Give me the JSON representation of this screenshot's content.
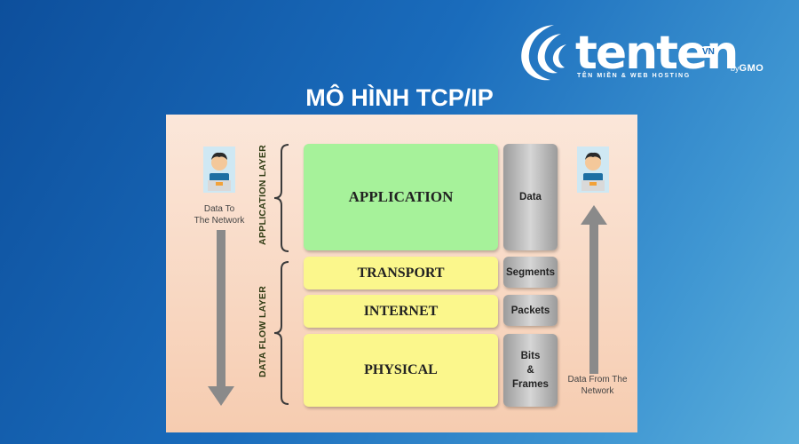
{
  "brand": {
    "name": "tenten",
    "domain_suffix": "VN",
    "by": "by",
    "company": "GMO",
    "tagline": "TÊN MIỀN & WEB HOSTING"
  },
  "title": "MÔ HÌNH TCP/IP",
  "diagram": {
    "group_labels": {
      "application": "APPLICATION LAYER",
      "data_flow": "DATA FLOW LAYER"
    },
    "layers": [
      {
        "name": "APPLICATION",
        "unit": "Data",
        "color": "#a6f29a"
      },
      {
        "name": "TRANSPORT",
        "unit": "Segments",
        "color": "#fbf78c"
      },
      {
        "name": "INTERNET",
        "unit": "Packets",
        "color": "#fbf78c"
      },
      {
        "name": "PHYSICAL",
        "unit": "Bits & Frames",
        "unit_lines": [
          "Bits",
          "&",
          "Frames"
        ],
        "color": "#fbf78c"
      }
    ],
    "left_caption": [
      "Data To",
      "The Network"
    ],
    "right_caption": [
      "Data From The",
      "Network"
    ]
  }
}
